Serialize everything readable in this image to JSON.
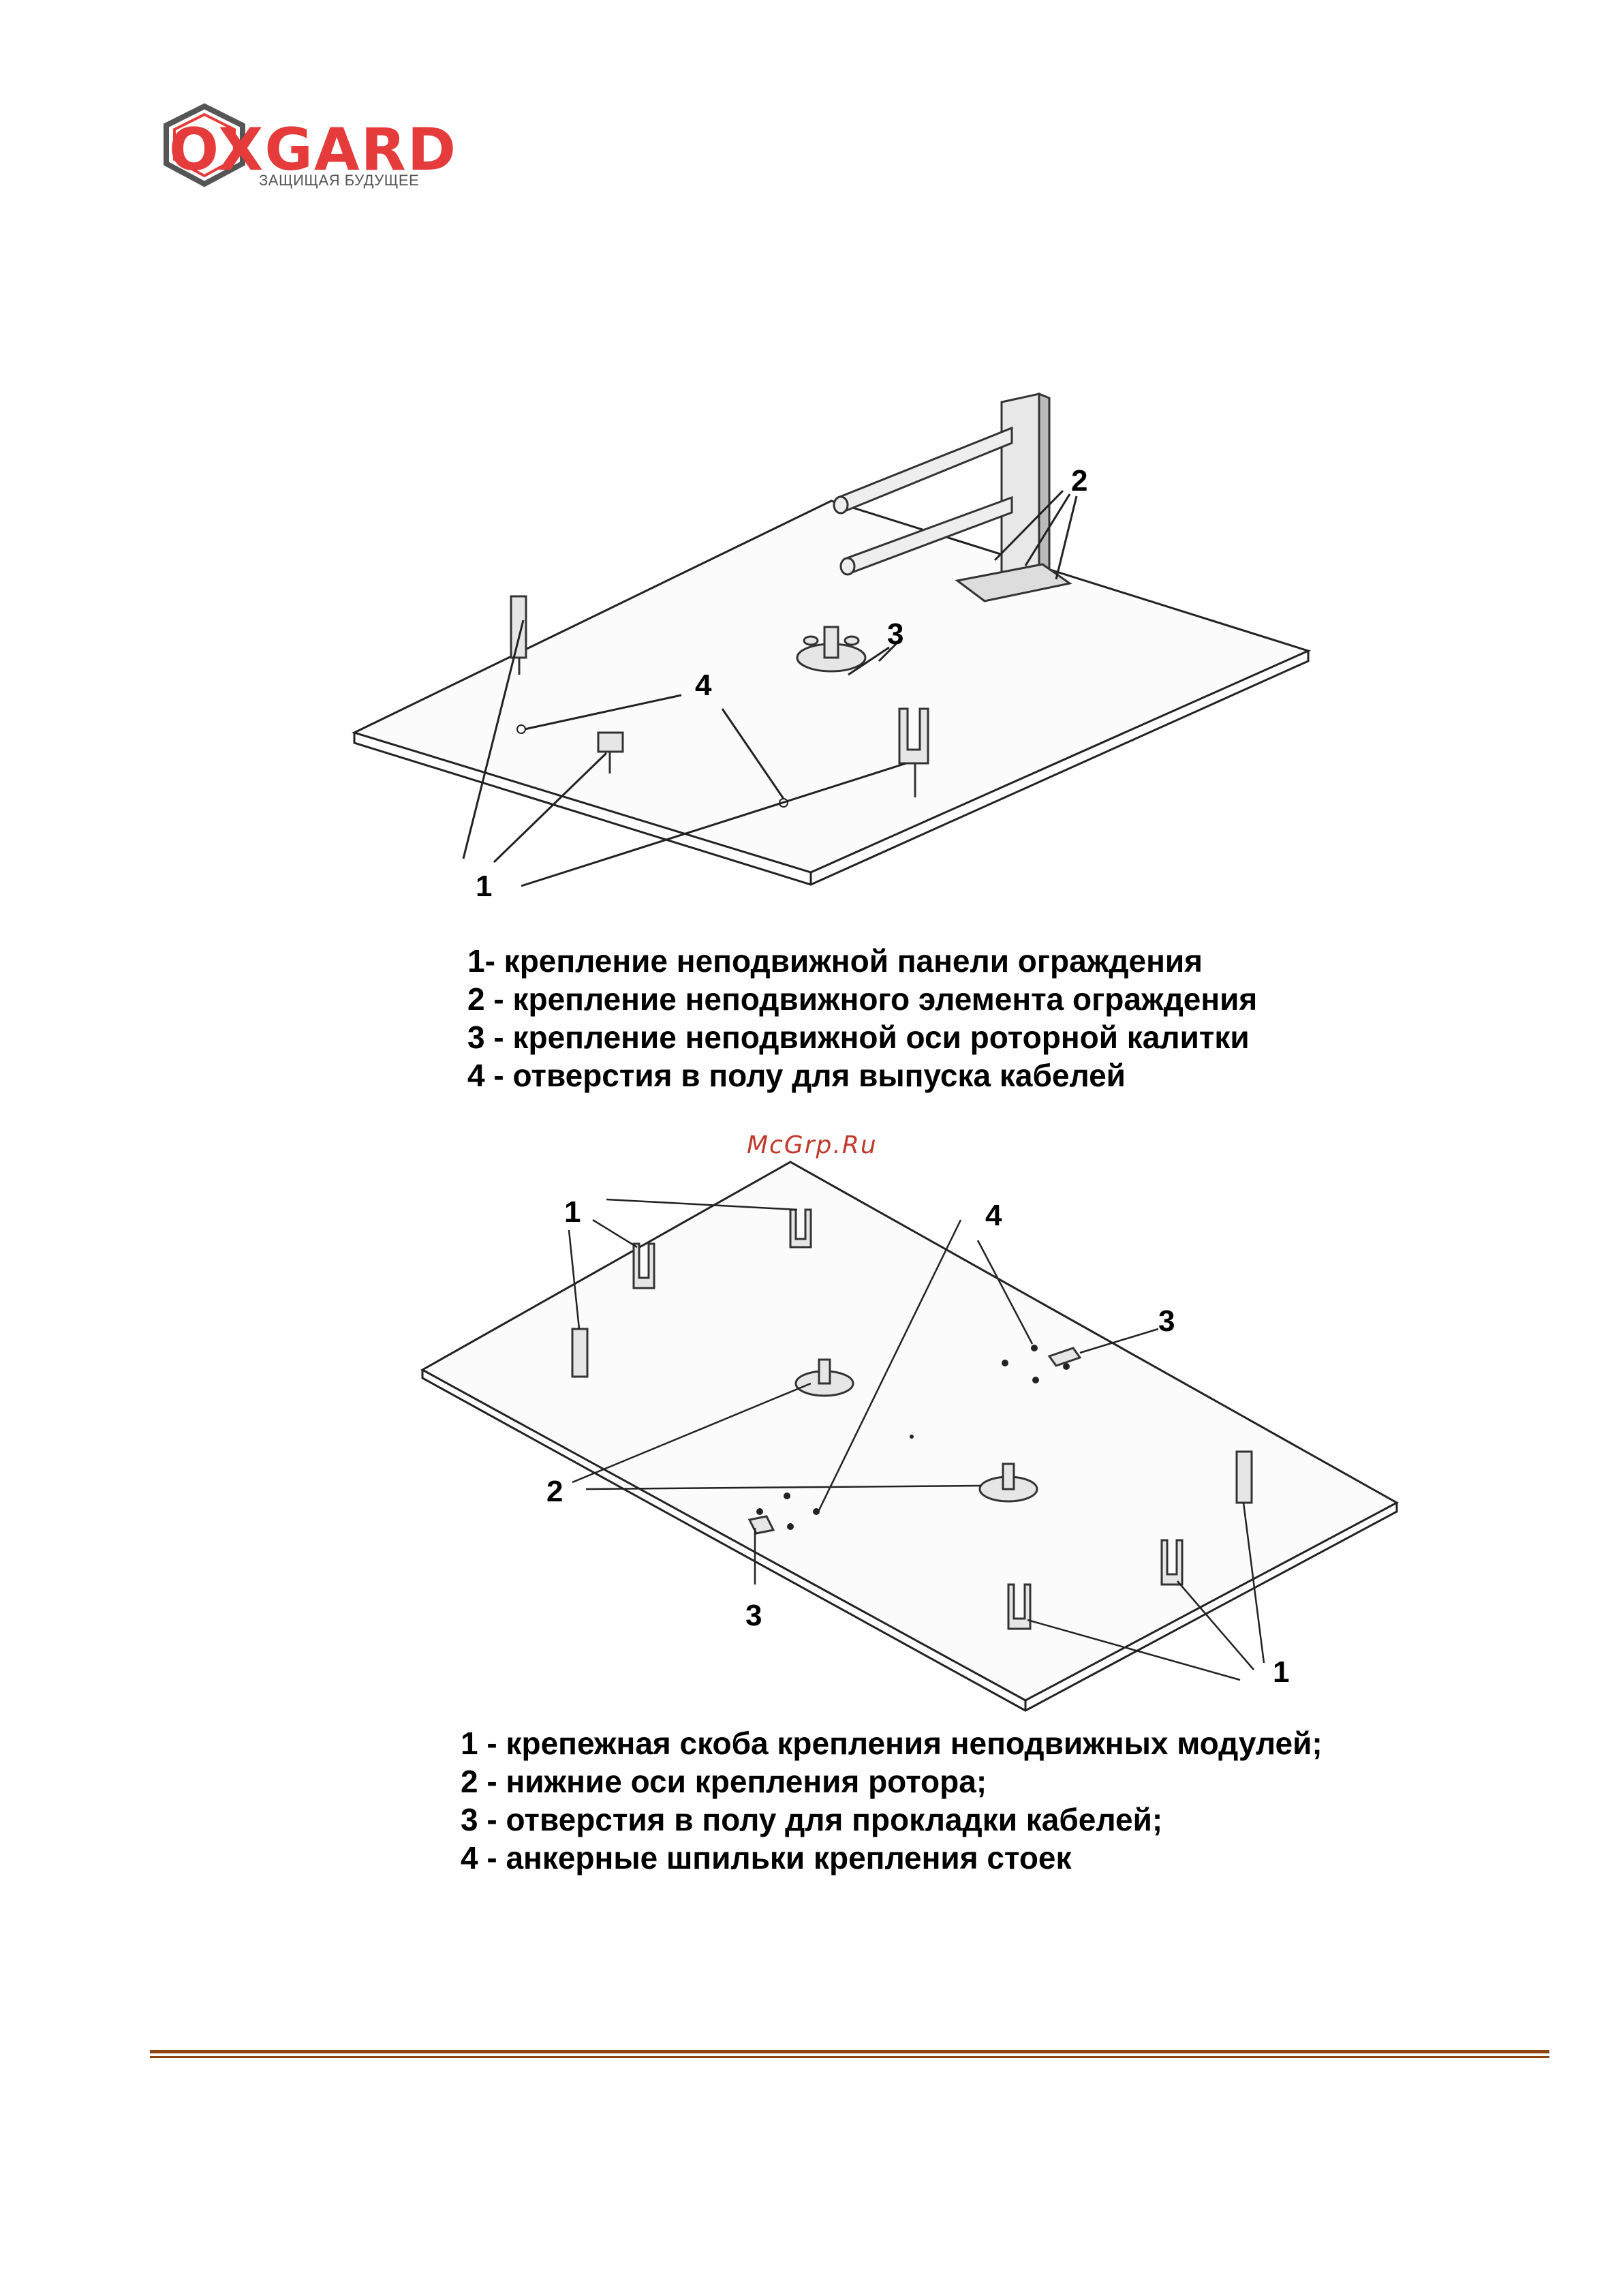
{
  "logo": {
    "brand": "OXGARD",
    "tagline": "ЗАЩИЩАЯ БУДУЩЕЕ",
    "brand_color": "#e53b3b"
  },
  "figure1": {
    "callouts": [
      "1",
      "2",
      "3",
      "4"
    ],
    "legend": [
      "1- крепление неподвижной панели ограждения",
      "2 - крепление неподвижного элемента ограждения",
      "3 - крепление неподвижной оси роторной калитки",
      "4 - отверстия в полу для выпуска кабелей"
    ]
  },
  "watermark": "McGrp.Ru",
  "figure2": {
    "callouts": [
      "1",
      "4",
      "3",
      "2",
      "3",
      "1"
    ],
    "legend": [
      "1 - крепежная скоба крепления неподвижных модулей;",
      "2 - нижние оси крепления ротора;",
      "3 - отверстия в полу для прокладки кабелей;",
      "4 - анкерные шпильки крепления стоек"
    ]
  },
  "footer_line_color": "#8b4513"
}
